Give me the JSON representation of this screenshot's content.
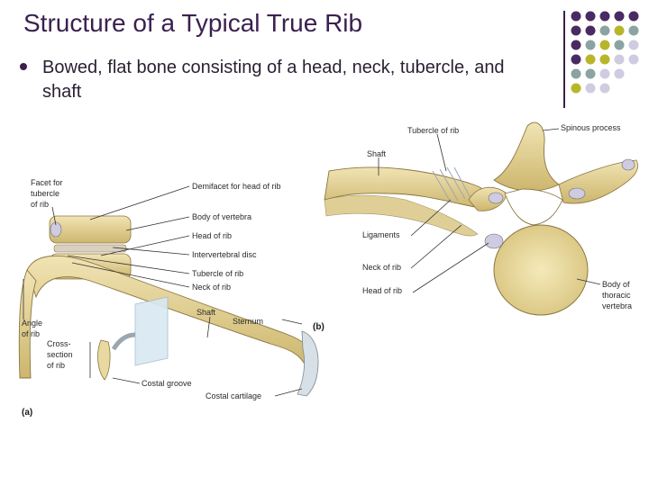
{
  "slide": {
    "title": "Structure of a Typical True Rib",
    "bullet": "Bowed, flat bone consisting of a head, neck, tubercle, and shaft"
  },
  "colors": {
    "title": "#3b2050",
    "dot_purple": "#4a2a63",
    "dot_teal": "#8aa3a3",
    "dot_olive": "#b8b52a",
    "dot_lavender": "#cfcbe0",
    "bone": "#e8d9a0",
    "bone_shade": "#c9b46a"
  },
  "figure_a": {
    "panel_label": "(a)",
    "labels": {
      "facet_for_tubercle": [
        "Facet for",
        "tubercle",
        "of rib"
      ],
      "demifacet": "Demifacet for head of rib",
      "body_of_vertebra": "Body of vertebra",
      "head_of_rib": "Head of rib",
      "intervertebral_disc": "Intervertebral disc",
      "tubercle_of_rib": "Tubercle of rib",
      "neck_of_rib": "Neck of rib",
      "angle_of_rib": [
        "Angle",
        "of rib"
      ],
      "shaft": "Shaft",
      "sternum": "Sternum",
      "cross_section": [
        "Cross-",
        "section",
        "of rib"
      ],
      "costal_groove": "Costal groove",
      "costal_cartilage": "Costal cartilage"
    }
  },
  "figure_b": {
    "panel_label": "(b)",
    "labels": {
      "tubercle_of_rib": "Tubercle of rib",
      "spinous_process": "Spinous process",
      "shaft": "Shaft",
      "ligaments": "Ligaments",
      "neck_of_rib": "Neck of rib",
      "head_of_rib": "Head of rib",
      "body_of_thoracic_vertebra": [
        "Body of",
        "thoracic",
        "vertebra"
      ]
    }
  }
}
